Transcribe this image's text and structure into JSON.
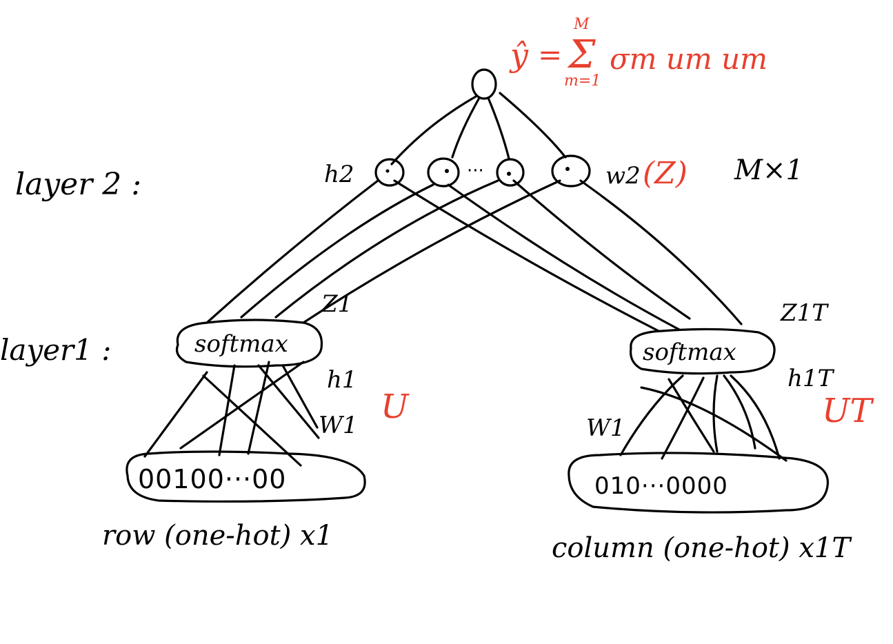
{
  "labels": {
    "layer2": "layer 2 :",
    "layer1": "layer1 :",
    "h2": "h2",
    "w2": "w2",
    "z_red": "(Z)",
    "mx1": "M×1",
    "z1_left": "Z1",
    "h1_left": "h1",
    "w1_left": "W1",
    "u_left": "U",
    "z1_right": "Z1T",
    "h1_right": "h1T",
    "w1_right": "W1",
    "u_right": "UT",
    "dots": "···",
    "softmax_left": "softmax",
    "softmax_right": "softmax",
    "onehot_left": "00100···00",
    "onehot_right": "010···0000",
    "caption_left": "row (one-hot) x1",
    "caption_right": "column (one-hot) x1T"
  },
  "formula": {
    "yhat": "ŷ",
    "equals": "=",
    "sum": "Σ",
    "sum_top": "M",
    "sum_bottom": "m=1",
    "term": "σm um um"
  },
  "colors": {
    "ink": "#000000",
    "annotation": "#e8402f"
  }
}
